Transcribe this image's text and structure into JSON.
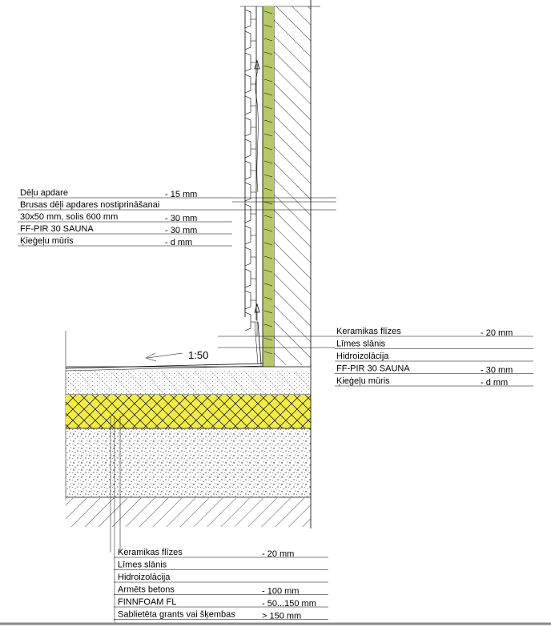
{
  "colors": {
    "insulation_green": "#b5c96a",
    "finnfoam_yellow": "#f2ec4a",
    "line": "#000000"
  },
  "slope_label": "1:50",
  "wall_callout": [
    {
      "label": "Dēļu apdare",
      "value": "- 15 mm"
    },
    {
      "label": "Brusas dēļi apdares nostiprināšanai",
      "value": ""
    },
    {
      "label": "30x50 mm, solis 600 mm",
      "value": "- 30 mm"
    },
    {
      "label": "FF-PIR 30 SAUNA",
      "value": "- 30 mm"
    },
    {
      "label": "Ķieģeļu mūris",
      "value": "- d mm"
    }
  ],
  "base_callout": [
    {
      "label": "Keramikas flīzes",
      "value": "- 20 mm"
    },
    {
      "label": "Līmes slānis",
      "value": ""
    },
    {
      "label": "Hidroizolācija",
      "value": ""
    },
    {
      "label": "FF-PIR 30 SAUNA",
      "value": "- 30 mm"
    },
    {
      "label": "Ķieģeļu mūris",
      "value": "- d mm"
    }
  ],
  "floor_callout": [
    {
      "label": "Keramikas flīzes",
      "value": "- 20 mm"
    },
    {
      "label": "Līmes slānis",
      "value": ""
    },
    {
      "label": "Hidroizolācija",
      "value": ""
    },
    {
      "label": "Armēts betons",
      "value": "- 100 mm"
    },
    {
      "label": "FINNFOAM FL",
      "value": "- 50...150 mm"
    },
    {
      "label": "Sablietēta grants vai šķembas",
      "value": "> 150 mm"
    }
  ]
}
